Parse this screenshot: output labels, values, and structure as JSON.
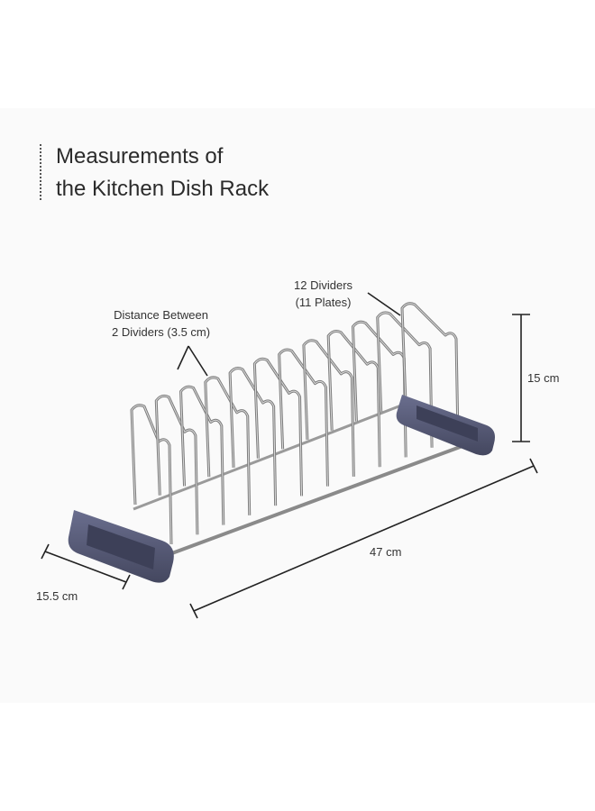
{
  "title": {
    "line1": "Measurements of",
    "line2": "the Kitchen Dish Rack"
  },
  "annotations": {
    "dividers_line1": "12 Dividers",
    "dividers_line2": "(11 Plates)",
    "distance_line1": "Distance Between",
    "distance_line2": "2 Dividers (3.5 cm)",
    "height": "15 cm",
    "length": "47 cm",
    "width": "15.5 cm"
  },
  "colors": {
    "rail": "#8a8a8a",
    "end_cap": "#565a78",
    "dimension_line": "#222222"
  },
  "icons": [
    "dish-rack-illustration"
  ]
}
